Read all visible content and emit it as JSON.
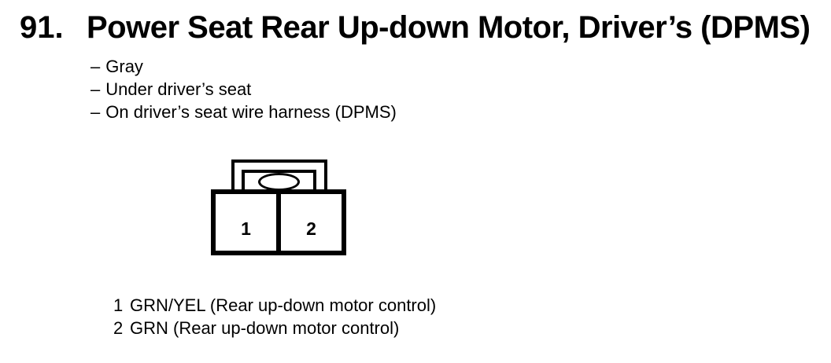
{
  "header": {
    "number": "91.",
    "title": "Power Seat Rear Up-down Motor, Driver’s (DPMS)"
  },
  "details": {
    "dash": "–",
    "items": [
      "Gray",
      "Under driver’s seat",
      "On driver’s seat wire harness (DPMS)"
    ]
  },
  "connector": {
    "cavities": [
      "1",
      "2"
    ]
  },
  "pinout": {
    "rows": [
      {
        "pin": "1",
        "description": "GRN/YEL (Rear up-down motor control)"
      },
      {
        "pin": "2",
        "description": "GRN (Rear up-down motor control)"
      }
    ]
  },
  "colors": {
    "ink": "#000000",
    "paper": "#ffffff"
  }
}
